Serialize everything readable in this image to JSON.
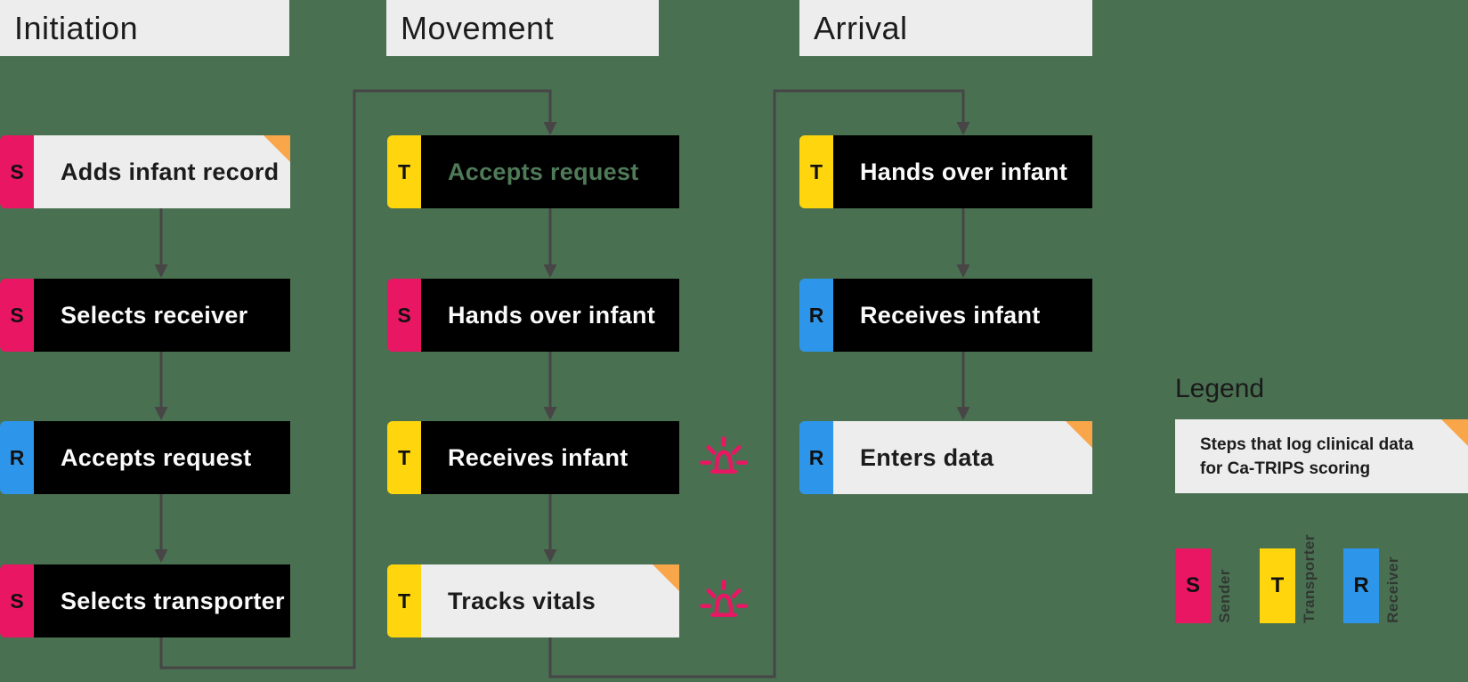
{
  "colors": {
    "background": "#4a7052",
    "box_light": "#ededed",
    "box_dark": "#000000",
    "sender_pink": "#e91663",
    "transporter_yellow": "#ffd60e",
    "receiver_blue": "#2e96ea",
    "highlight_orange": "#f9a64a",
    "connector_gray": "#474545",
    "muted_green_text": "#4f7a58"
  },
  "columns": [
    {
      "title": "Initiation",
      "steps": [
        {
          "role": "S",
          "label": "Adds infant record",
          "logged": true
        },
        {
          "role": "S",
          "label": "Selects receiver"
        },
        {
          "role": "R",
          "label": "Accepts request"
        },
        {
          "role": "S",
          "label": "Selects transporter"
        }
      ]
    },
    {
      "title": "Movement",
      "steps": [
        {
          "role": "T",
          "label": "Accepts request",
          "muted": true
        },
        {
          "role": "S",
          "label": "Hands over infant"
        },
        {
          "role": "T",
          "label": "Receives infant",
          "alert": true
        },
        {
          "role": "T",
          "label": "Tracks vitals",
          "logged": true,
          "alert": true
        }
      ]
    },
    {
      "title": "Arrival",
      "steps": [
        {
          "role": "T",
          "label": "Hands over infant"
        },
        {
          "role": "R",
          "label": "Receives infant"
        },
        {
          "role": "R",
          "label": "Enters data",
          "logged": true
        }
      ]
    }
  ],
  "legend": {
    "title": "Legend",
    "note": "Steps that log clinical data for Ca-TRIPS scoring",
    "roles": [
      {
        "letter": "S",
        "name": "Sender"
      },
      {
        "letter": "T",
        "name": "Transporter"
      },
      {
        "letter": "R",
        "name": "Receiver"
      }
    ]
  }
}
